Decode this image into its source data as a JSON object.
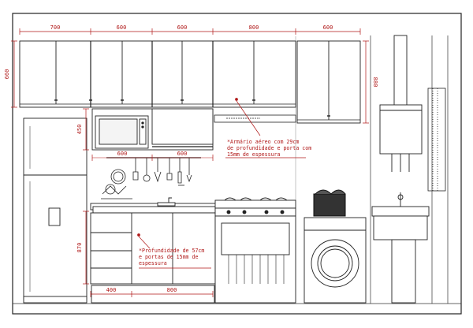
{
  "dimensions": {
    "top": [
      "700",
      "600",
      "600",
      "800",
      "600"
    ],
    "left_height": "660",
    "microwave_gap": "450",
    "right_height": "880",
    "middle": [
      "600",
      "600"
    ],
    "base_height": "870",
    "bottom": [
      "400",
      "800"
    ]
  },
  "notes": {
    "aereo": [
      "*Armário aéreo com 29cm",
      "de profundidade e porta com",
      "15mm de espessura"
    ],
    "base": [
      "*Profundidade de 57cm",
      "e portas de 15mm de",
      "espessura"
    ]
  },
  "colors": {
    "dimension": "#b01818",
    "line": "#222222",
    "wall": "#e8e8e8"
  }
}
